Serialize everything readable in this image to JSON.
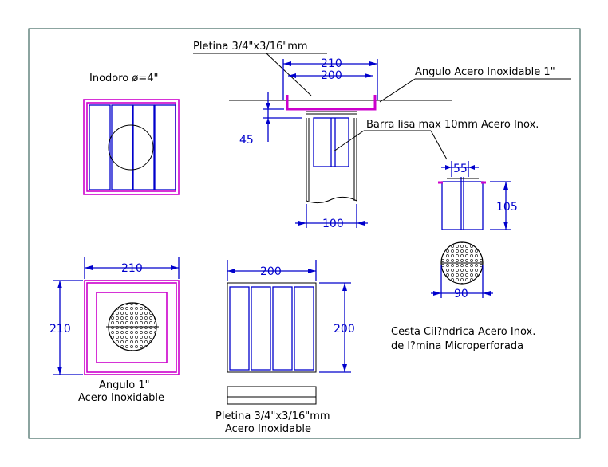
{
  "colors": {
    "outline": "#0000cc",
    "profile": "#cc00cc",
    "text": "#000000",
    "frame": "#1a4a40"
  },
  "labels": {
    "pletina_top": "Pletina  3/4\"x3/16\"mm",
    "inodoro": "Inodoro  ø=4\"",
    "angulo_top": "Angulo  Acero  Inoxidable  1\"",
    "barra": "Barra  lisa  max  10mm  Acero  Inox.",
    "angulo_line1": "Angulo  1\"",
    "angulo_line2": "Acero  Inoxidable",
    "pletina_line1": "Pletina  3/4\"x3/16\"mm",
    "pletina_line2": "Acero  Inoxidable",
    "cesta_line1": "Cesta  Cil?ndrica  Acero  Inox.",
    "cesta_line2": "de  l?mina  Microperforada"
  },
  "dimensions": {
    "top_210": "210",
    "top_200": "200",
    "depth_45": "45",
    "pipe_100": "100",
    "cesta_55": "55",
    "cesta_105": "105",
    "cesta_90": "90",
    "plan_210_w": "210",
    "plan_210_h": "210",
    "grate_200_w": "200",
    "grate_200_h": "200"
  }
}
